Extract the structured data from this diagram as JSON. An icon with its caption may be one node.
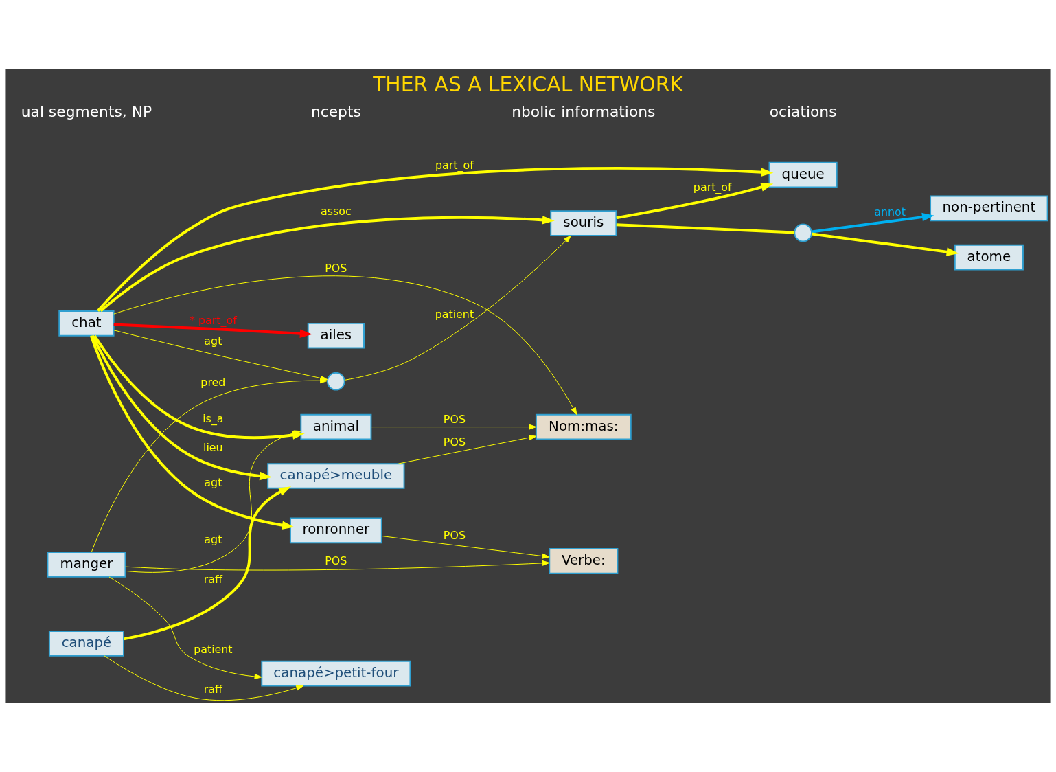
{
  "diagram": {
    "title": "THER AS A LEXICAL NETWORK",
    "nodes": [
      {
        "text": [
          "non-pertinent"
        ]
      },
      {
        "text": [
          "Verbe:"
        ]
      },
      {
        "text": [
          "ronronner"
        ]
      },
      {
        "text": [
          "atome"
        ]
      },
      {
        "text": [
          "queue"
        ]
      },
      {
        "text": [
          "souris"
        ]
      },
      {
        "text": [
          "ailes"
        ]
      },
      {
        "text": [
          "chat"
        ]
      },
      {
        "text": [
          "manger"
        ]
      },
      {
        "text": [],
        "shape": "circle"
      },
      {
        "text": [],
        "shape": "circle"
      },
      {
        "text": [
          "canapé>meuble"
        ]
      },
      {
        "text": [
          "Nom:mas:"
        ]
      },
      {
        "text": [
          "animal"
        ]
      },
      {
        "text": [
          "canapé"
        ]
      },
      {
        "text": [
          "canapé>petit-four"
        ]
      }
    ],
    "edges": [
      {
        "from": 2,
        "to": 1,
        "arrow": "to",
        "label": "POS"
      },
      {
        "from": 9,
        "to": 0,
        "arrow": "to",
        "label": "annot",
        "style": "thick",
        "color": "#00b0f0"
      },
      {
        "from": 5,
        "to": 4,
        "arrow": "to",
        "label": "part_of",
        "style": "thick"
      },
      {
        "from": 5,
        "to": 9,
        "arrow": "none",
        "style": "thick"
      },
      {
        "from": 9,
        "to": 3,
        "arrow": "to",
        "style": "thick"
      },
      {
        "from": 7,
        "to": 2,
        "arrow": "to",
        "label": "agt",
        "style": "thick"
      },
      {
        "from": 7,
        "to": 4,
        "arrow": "to",
        "label": "part_of",
        "style": "thick"
      },
      {
        "from": 7,
        "to": 5,
        "arrow": "to",
        "label": "assoc",
        "style": "thick"
      },
      {
        "from": 7,
        "to": 6,
        "arrow": "to",
        "label": "* part_of",
        "style": "thick",
        "color": "#ff0000"
      },
      {
        "from": 7,
        "to": 10,
        "arrow": "to",
        "label": "agt"
      },
      {
        "from": 10,
        "to": 5,
        "arrow": "to",
        "label": "patient"
      },
      {
        "from": 8,
        "to": 10,
        "arrow": "to",
        "label": "pred"
      },
      {
        "from": 7,
        "to": 13,
        "arrow": "to",
        "label": "is_a",
        "style": "thick"
      },
      {
        "from": 7,
        "to": 12,
        "arrow": "to",
        "label": "POS"
      },
      {
        "from": 7,
        "to": 11,
        "arrow": "to",
        "label": "lieu",
        "style": "thick"
      },
      {
        "from": 11,
        "to": 12,
        "arrow": "to",
        "label": "POS"
      },
      {
        "from": 13,
        "to": 12,
        "arrow": "to",
        "label": "POS"
      },
      {
        "from": 14,
        "to": 11,
        "arrow": "to",
        "label": "raff",
        "style": "thick"
      },
      {
        "from": 14,
        "to": 15,
        "arrow": "to",
        "label": "raff"
      },
      {
        "from": 8,
        "to": 1,
        "arrow": "to",
        "label": "POS"
      },
      {
        "from": 8,
        "to": 13,
        "arrow": "to",
        "label": "agt"
      },
      {
        "from": 8,
        "to": 15,
        "arrow": "to",
        "label": "patient"
      }
    ],
    "labels": [
      "ual segments, NP",
      "ncepts",
      "nbolic informations",
      "ociations"
    ]
  }
}
